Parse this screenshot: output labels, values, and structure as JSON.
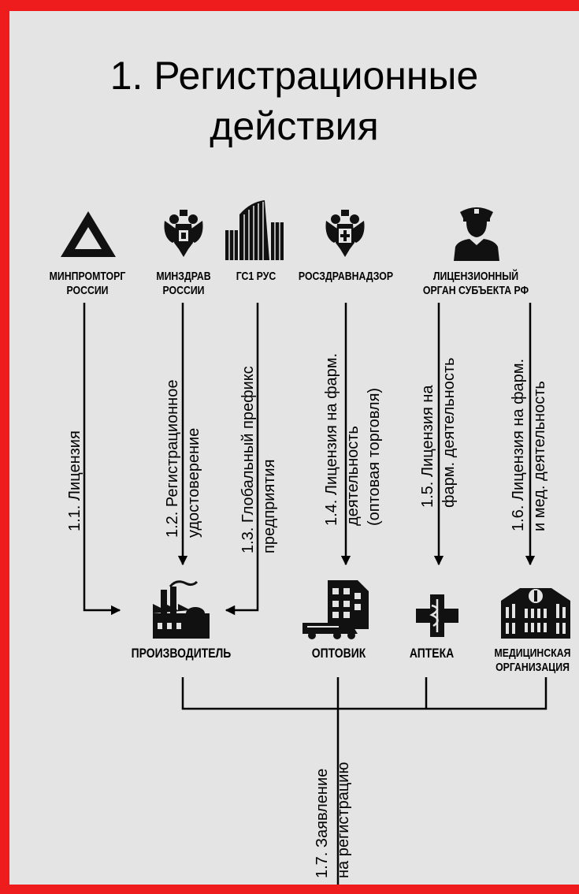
{
  "title": {
    "line1": "1. Регистрационные",
    "line2": "действия"
  },
  "orgs": [
    {
      "label": "МИНПРОМТОРГ РОССИИ",
      "line1": "МИНПРОМТОРГ",
      "line2": "РОССИИ",
      "icon": "minpromtorg-logo-icon"
    },
    {
      "label": "МИНЗДРАВ РОССИИ",
      "line1": "МИНЗДРАВ",
      "line2": "РОССИИ",
      "icon": "double-headed-eagle-icon"
    },
    {
      "label": "ГС1 РУС",
      "line1": "ГС1 РУС",
      "icon": "skyscraper-icon"
    },
    {
      "label": "РОСЗДРАВНАДЗОР",
      "line1": "РОСЗДРАВНАДЗОР",
      "icon": "eagle-medical-cross-icon"
    },
    {
      "label": "ЛИЦЕНЗИОННЫЙ ОРГАН СУБЪЕКТА РФ",
      "line1": "ЛИЦЕНЗИОННЫЙ",
      "line2": "ОРГАН СУБЪЕКТА РФ",
      "icon": "officer-icon"
    }
  ],
  "flows": [
    {
      "line1": "1.1. Лицензия"
    },
    {
      "line1": "1.2. Регистрационное",
      "line2": "удостоверение"
    },
    {
      "line1": "1.3. Глобальный префикс",
      "line2": "предприятия"
    },
    {
      "line1": "1.4. Лицензия на фарм.",
      "line2": "деятельность",
      "line3": "(оптовая торговля)"
    },
    {
      "line1": "1.5. Лицензия на",
      "line2": "фарм. деятельность"
    },
    {
      "line1": "1.6. Лицензия на фарм.",
      "line2": "и мед. деятельность"
    },
    {
      "line1": "1.7. Заявление",
      "line2": "на регистрацию"
    }
  ],
  "entities": [
    {
      "label": "ПРОИЗВОДИТЕЛЬ",
      "line1": "ПРОИЗВОДИТЕЛЬ",
      "icon": "factory-icon"
    },
    {
      "label": "ОПТОВИК",
      "line1": "ОПТОВИК",
      "icon": "warehouse-truck-icon"
    },
    {
      "label": "АПТЕКА",
      "line1": "АПТЕКА",
      "icon": "pharmacy-cross-icon"
    },
    {
      "label": "МЕДИЦИНСКАЯ ОРГАНИЗАЦИЯ",
      "line1": "МЕДИЦИНСКАЯ",
      "line2": "ОРГАНИЗАЦИЯ",
      "icon": "hospital-building-icon"
    }
  ],
  "colors": {
    "frame": "#ee1c1c",
    "background": "#e4e4e4",
    "ink": "#000000"
  }
}
